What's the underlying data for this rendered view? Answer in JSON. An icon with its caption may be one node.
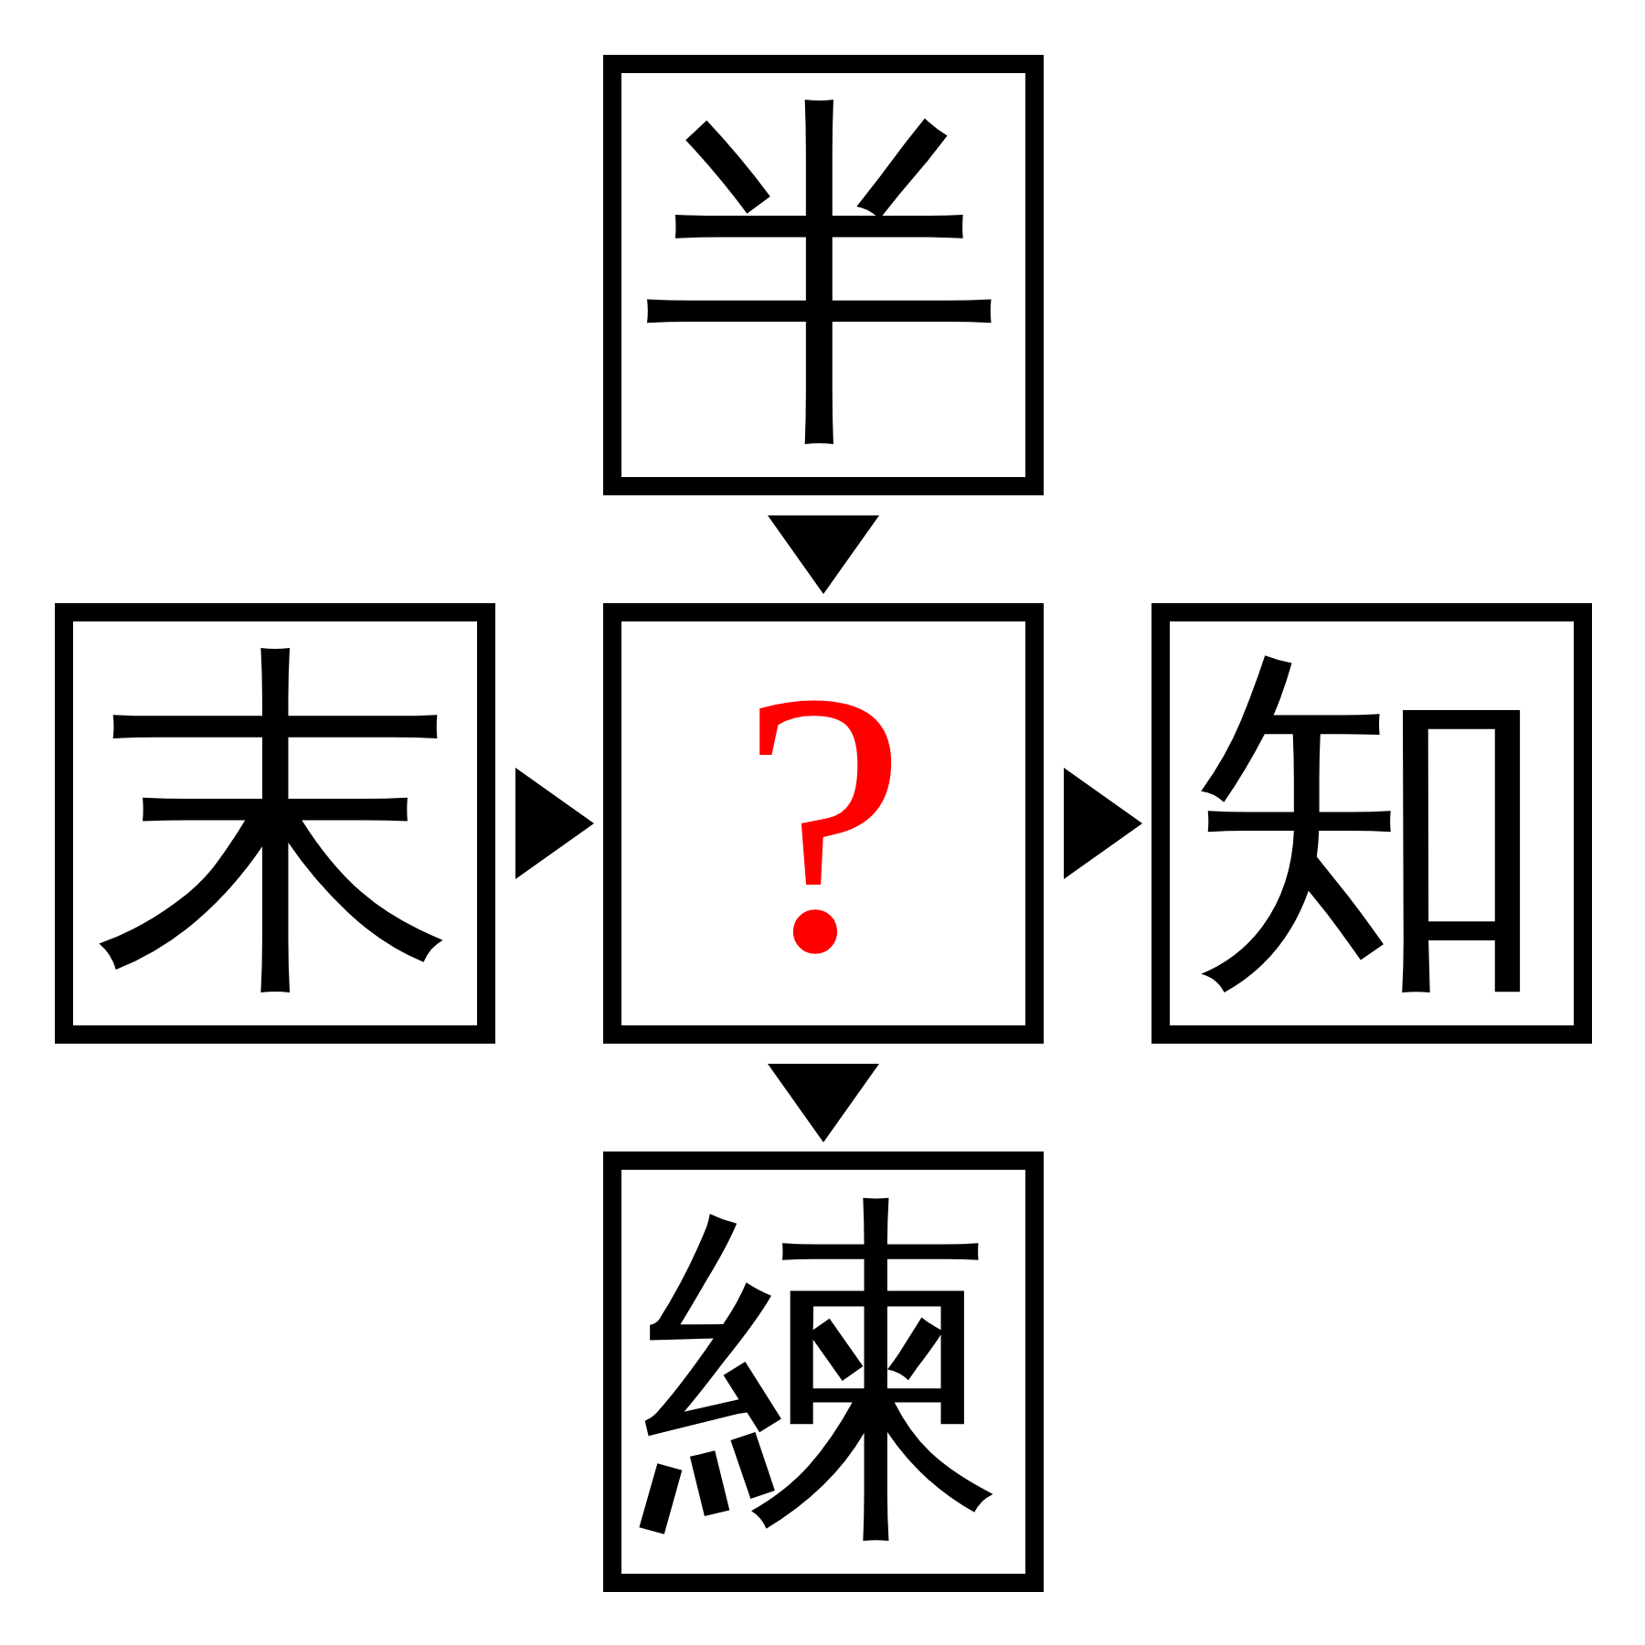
{
  "diagram": {
    "nodes": [
      {
        "text": [
          "半"
        ]
      },
      {
        "text": [
          "末"
        ]
      },
      {
        "text": [
          "?"
        ]
      },
      {
        "text": [
          "知"
        ]
      },
      {
        "text": [
          "練"
        ]
      }
    ],
    "edges": [
      {
        "from": 0,
        "to": 2,
        "arrow": "to"
      },
      {
        "from": 1,
        "to": 2,
        "arrow": "to"
      },
      {
        "from": 2,
        "to": 3,
        "arrow": "to"
      },
      {
        "from": 2,
        "to": 4,
        "arrow": "to"
      }
    ]
  }
}
